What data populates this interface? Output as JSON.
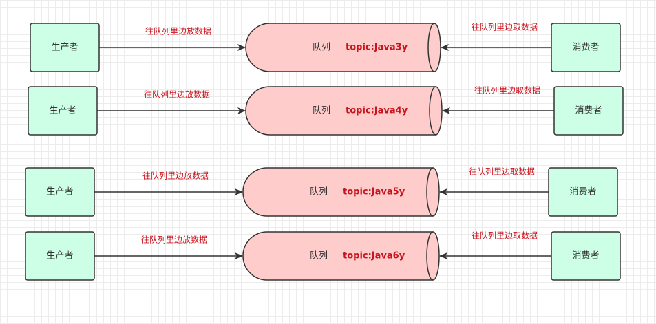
{
  "colors": {
    "node_fill": "#ccffe6",
    "queue_fill": "#ffcccc",
    "stroke": "#333333",
    "label_red": "#c8141e"
  },
  "rows": [
    {
      "producer": "生产者",
      "consumer": "消费者",
      "put_label": "往队列里边放数据",
      "take_label": "往队列里边取数据",
      "queue_label": "队列",
      "topic": "topic:Java3y"
    },
    {
      "producer": "生产者",
      "consumer": "消费者",
      "put_label": "往队列里边放数据",
      "take_label": "往队列里边取数据",
      "queue_label": "队列",
      "topic": "topic:Java4y"
    },
    {
      "producer": "生产者",
      "consumer": "消费者",
      "put_label": "往队列里边放数据",
      "take_label": "往队列里边取数据",
      "queue_label": "队列",
      "topic": "topic:Java5y"
    },
    {
      "producer": "生产者",
      "consumer": "消费者",
      "put_label": "往队列里边放数据",
      "take_label": "往队列里边取数据",
      "queue_label": "队列",
      "topic": "topic:Java6y"
    }
  ]
}
